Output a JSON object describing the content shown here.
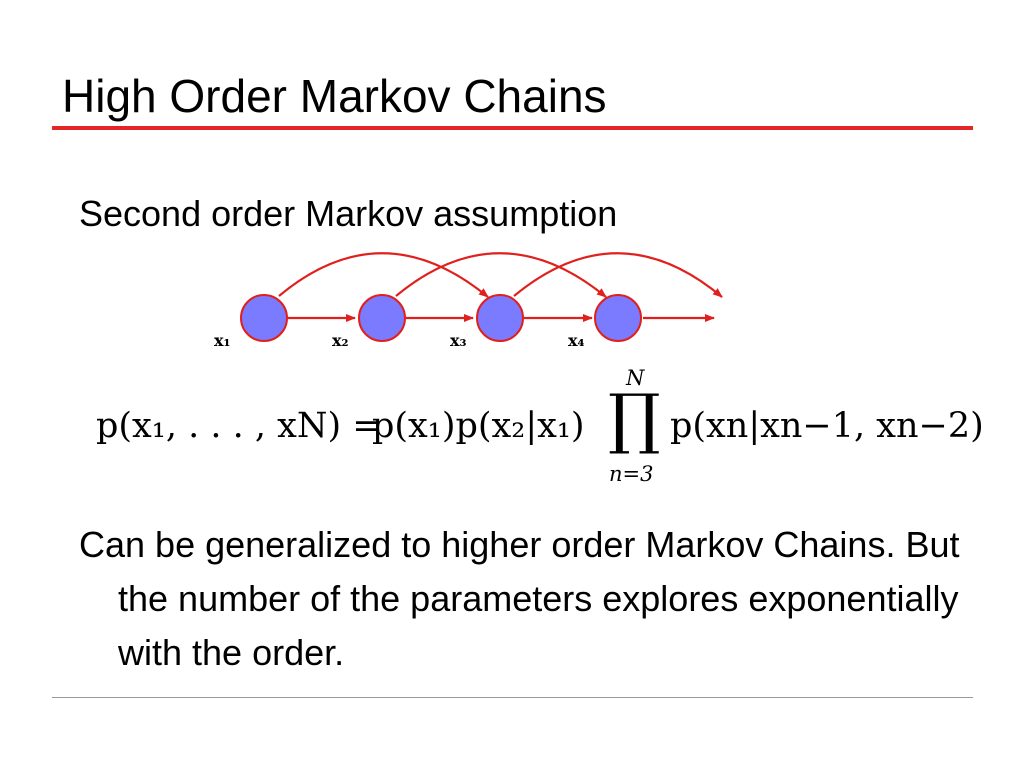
{
  "slide": {
    "title": "High Order Markov Chains",
    "subtitle": "Second order Markov assumption",
    "paragraph": "Can be generalized to higher order Markov Chains. But the number of the parameters explores exponentially with the order."
  },
  "diagram": {
    "node_labels": [
      "x₁",
      "x₂",
      "x₃",
      "x₄"
    ],
    "node_fill": "#7b7bff",
    "edge_color": "#e0201c"
  },
  "formula": {
    "lhs": "p(x₁, . . . , xN) =",
    "rhs_prefix": "p(x₁)p(x₂|x₁)",
    "product_symbol": "∏",
    "upper_limit": "N",
    "lower_limit": "n=3",
    "term": "p(xn|xn−1, xn−2)"
  },
  "colors": {
    "title_rule": "#e32626",
    "bottom_rule": "#9a9a9a"
  }
}
